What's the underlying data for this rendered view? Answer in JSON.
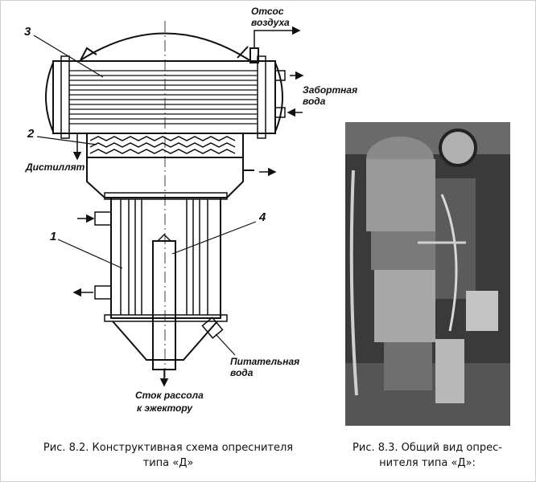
{
  "figure_a": {
    "labels": {
      "n1": "1",
      "n2": "2",
      "n3": "3",
      "n4": "4",
      "air_out_line1": "Отсос",
      "air_out_line2": "воздуха",
      "sea_water_line1": "Забортная",
      "sea_water_line2": "вода",
      "distillate": "Дистиллят",
      "feed_line1": "Питательная",
      "feed_line2": "вода",
      "brine_line1": "Сток рассола",
      "brine_line2": "к эжектору"
    },
    "caption_line1": "Рис. 8.2. Конструктивная схема опреснителя",
    "caption_line2": "типа «Д»"
  },
  "figure_b": {
    "caption_line1": "Рис. 8.3. Общий вид опрес-",
    "caption_line2": "нителя типа «Д»:"
  }
}
